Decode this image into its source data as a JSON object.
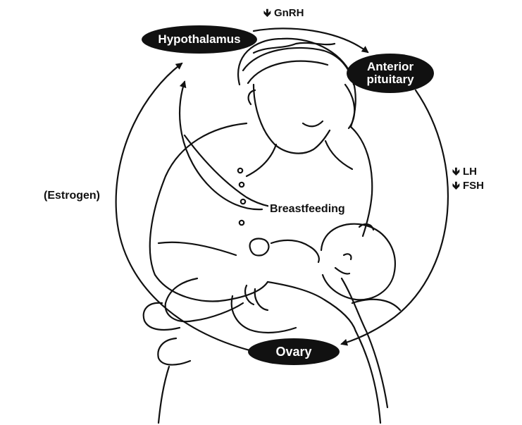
{
  "diagram": {
    "nodes": {
      "hypothalamus": "Hypothalamus",
      "anterior_pituitary": "Anterior pituitary",
      "ovary": "Ovary"
    },
    "labels": {
      "gnrh": "GnRH",
      "lh": "LH",
      "fsh": "FSH",
      "estrogen": "(Estrogen)",
      "breastfeeding": "Breastfeeding"
    },
    "indicators": {
      "gnrh": "decrease",
      "lh": "decrease",
      "fsh": "decrease"
    },
    "icons": {
      "decrease": "down-arrow-icon"
    },
    "colors": {
      "node_fill": "#111111",
      "node_text": "#ffffff",
      "line": "#111111"
    }
  }
}
